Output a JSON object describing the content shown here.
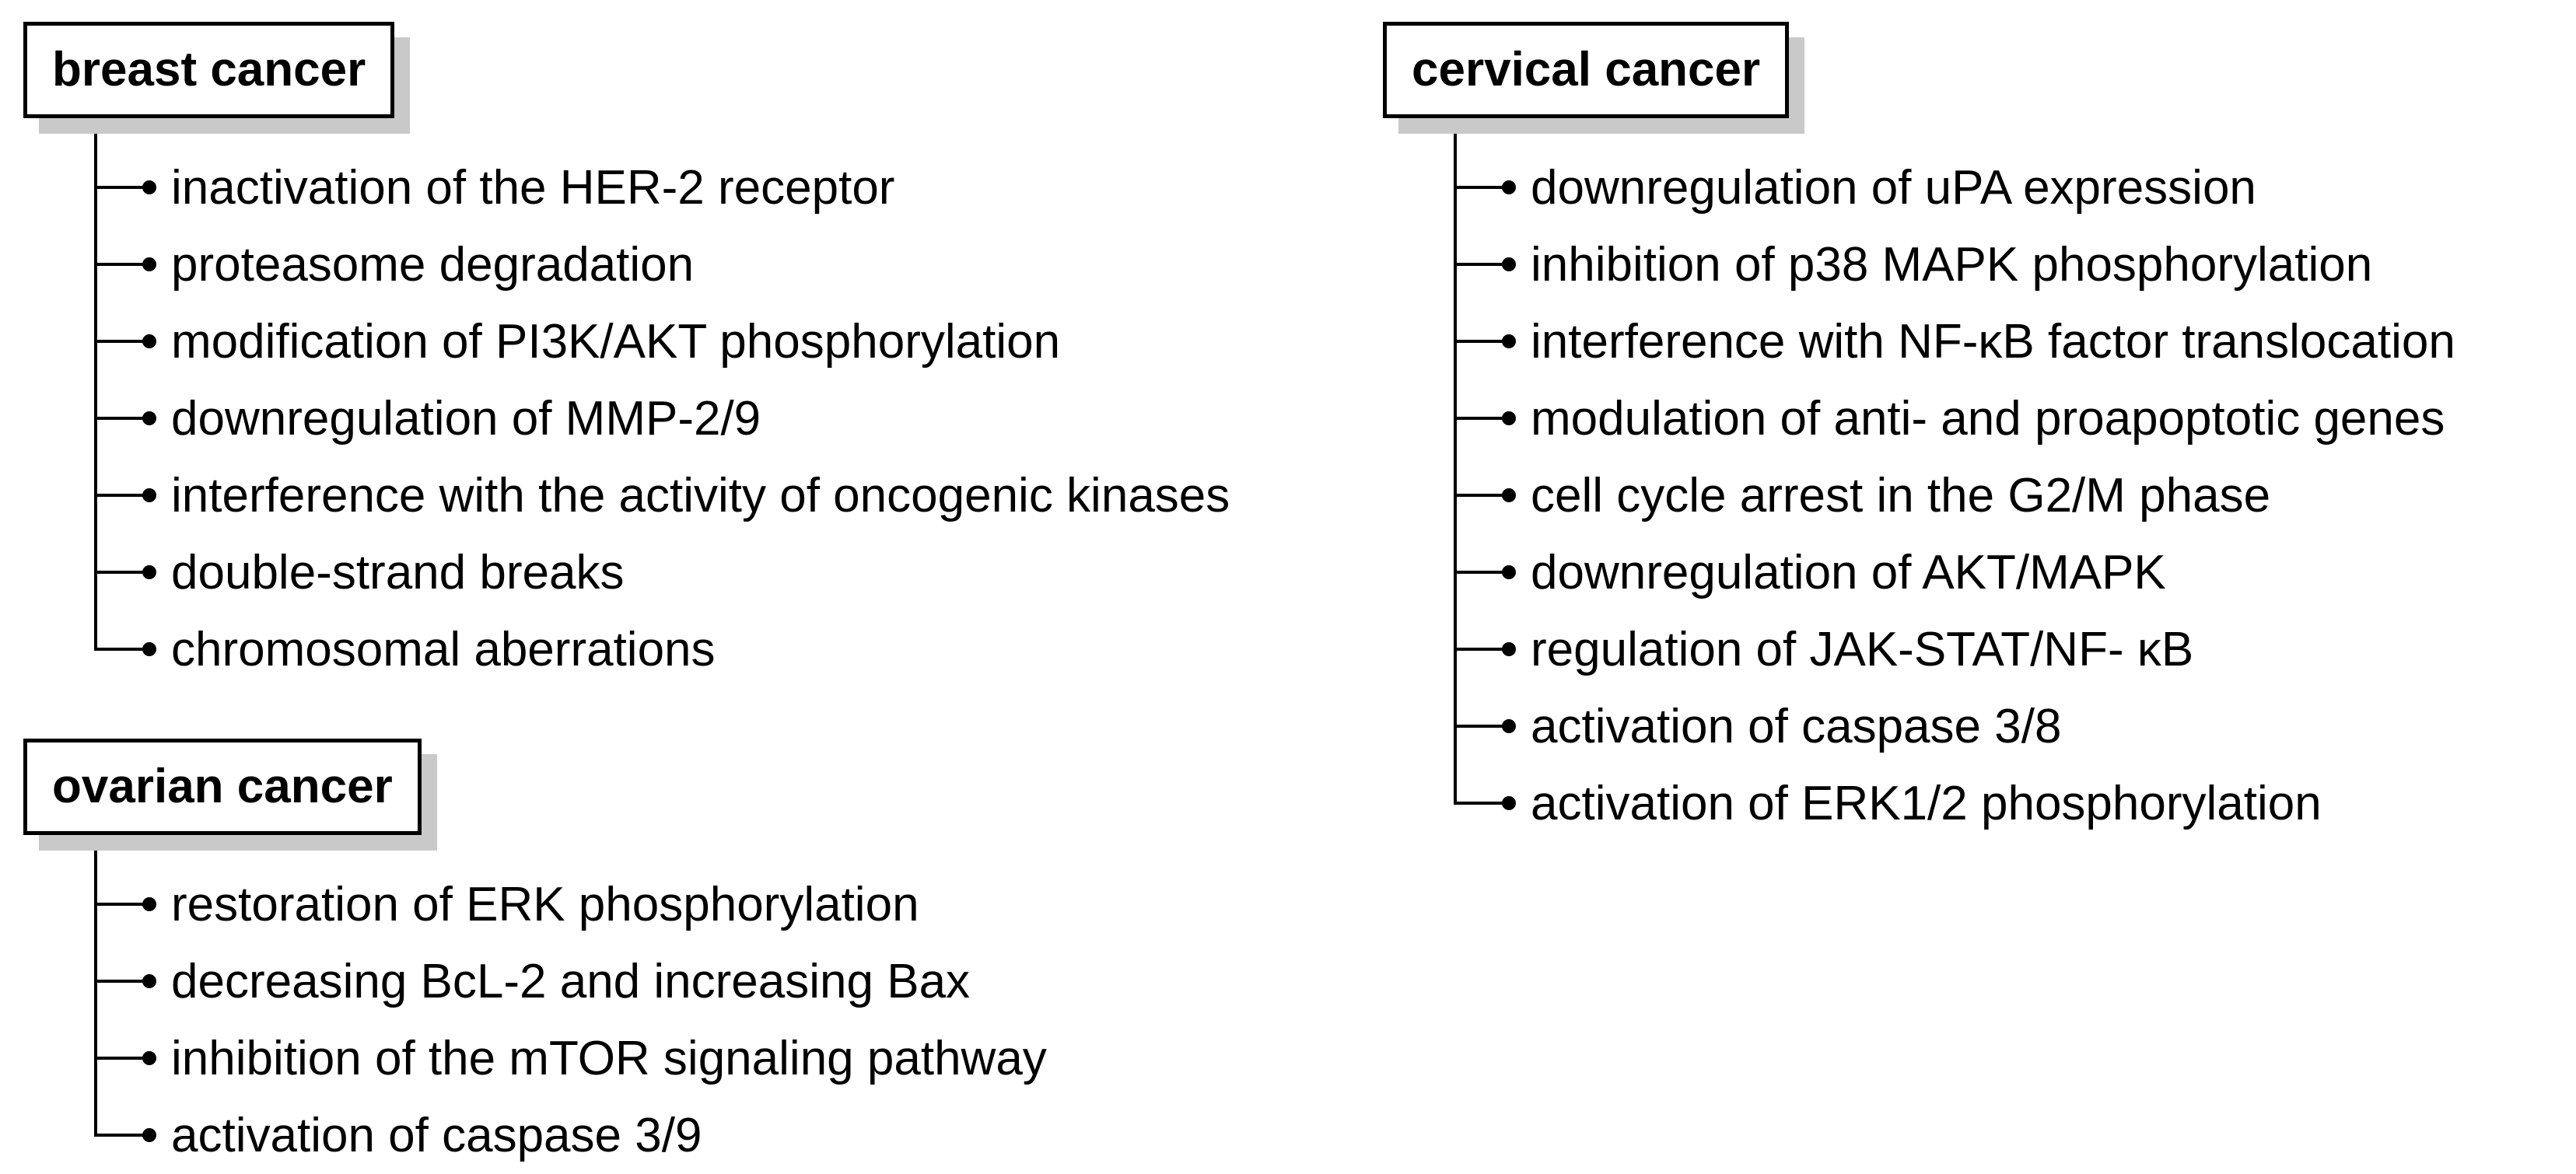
{
  "groups": {
    "breast": {
      "title": "breast cancer",
      "items": [
        "inactivation of the HER-2 receptor",
        "proteasome degradation",
        "modification of PI3K/AKT phosphorylation",
        "downregulation of MMP-2/9",
        "interference with the activity of oncogenic kinases",
        "double-strand breaks",
        "chromosomal aberrations"
      ]
    },
    "ovarian": {
      "title": "ovarian cancer",
      "items": [
        "restoration of ERK phosphorylation",
        "decreasing BcL-2 and increasing Bax",
        "inhibition of the mTOR signaling pathway",
        "activation of caspase 3/9"
      ]
    },
    "cervical": {
      "title": "cervical cancer",
      "items": [
        "downregulation of uPA expression",
        "inhibition of p38 MAPK phosphorylation",
        "interference with NF-κB factor translocation",
        "modulation of anti- and proapoptotic genes",
        "cell cycle arrest in the G2/M phase",
        "downregulation of AKT/MAPK",
        "regulation of JAK-STAT/NF- κB",
        "activation of caspase 3/8",
        "activation of ERK1/2 phosphorylation"
      ]
    }
  },
  "colors": {
    "line": "#000000",
    "box_shadow": "#c9c9c9",
    "background": "#ffffff"
  }
}
